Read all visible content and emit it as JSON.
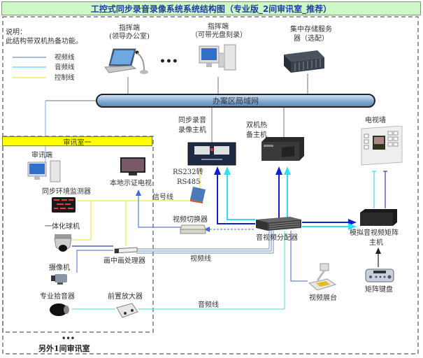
{
  "title": "工控式同步录音录像系统系统结构图（专业版_2间审讯室_推荐）",
  "notes": {
    "heading": "说明：",
    "text": "此结构带双机热备功能。"
  },
  "legend": [
    {
      "label": "视频线",
      "color": "#8aa0d0"
    },
    {
      "label": "音频线",
      "color": "#66e0f0"
    },
    {
      "label": "控制线",
      "color": "#f0e870"
    }
  ],
  "network": {
    "label": "办案区局域网"
  },
  "top_devices": {
    "command_laptop": {
      "line1": "指挥端",
      "line2": "(领导办公室)"
    },
    "ellipsis": "•••",
    "command_pc": {
      "line1": "指挥端",
      "line2": "（可带光盘刻录）"
    },
    "storage_server": {
      "line1": "集中存储服务",
      "line2": "器（选配）"
    }
  },
  "room": {
    "title": "审讯室一",
    "devices": {
      "interrogation_pc": "审讯端",
      "env_monitor": "同步环境监测器",
      "dome_camera": "一体化球机",
      "camera": "摄像机",
      "microphone": "专业拾音器",
      "preamp": "前置放大器",
      "local_tv": "本地示证电视",
      "pip_processor": "画中画处理器"
    }
  },
  "other_room": {
    "ellipsis": "•••",
    "label": "另外1间审讯室"
  },
  "center_devices": {
    "recorder": {
      "line1": "同步录音",
      "line2": "录像主机"
    },
    "backup_host": {
      "line1": "双机热",
      "line2": "备主机"
    },
    "rs_converter": {
      "line1": "RS232转",
      "line2": "RS485"
    },
    "signal_line": "信号线",
    "video_switcher": "视频切换器",
    "av_distributor": "音视频分配器",
    "video_line": "视频线",
    "audio_line": "音频线",
    "document_camera": "视频展台"
  },
  "right_devices": {
    "tv_wall": "电视墙",
    "matrix_host": {
      "line1": "模拟音视频矩阵",
      "line2": "主机"
    },
    "matrix_keyboard": "矩阵键盘"
  }
}
